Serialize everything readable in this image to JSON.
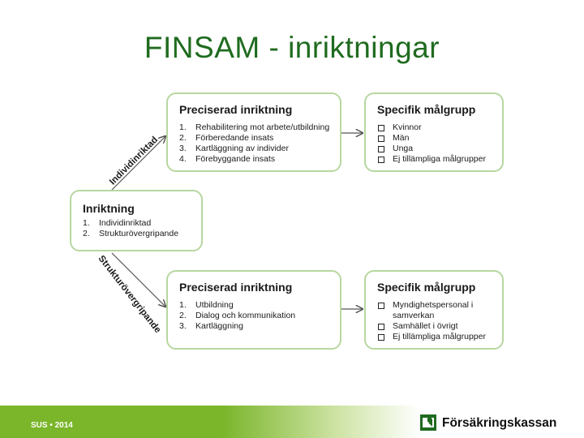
{
  "title": "FINSAM - inriktningar",
  "center_box": {
    "heading": "Inriktning",
    "items": [
      {
        "num": "1.",
        "text": "Individinriktad"
      },
      {
        "num": "2.",
        "text": "Strukturövergripande"
      }
    ]
  },
  "branch_labels": {
    "upper": "Individinriktad",
    "lower": "Strukturövergripande"
  },
  "upper_precise": {
    "heading": "Preciserad inriktning",
    "items": [
      {
        "num": "1.",
        "text": "Rehabilitering mot arbete/utbildning"
      },
      {
        "num": "2.",
        "text": "Förberedande insats"
      },
      {
        "num": "3.",
        "text": "Kartläggning av individer"
      },
      {
        "num": "4.",
        "text": "Förebyggande insats"
      }
    ]
  },
  "upper_target": {
    "heading": "Specifik målgrupp",
    "items": [
      "Kvinnor",
      "Män",
      "Unga",
      "Ej tillämpliga målgrupper"
    ]
  },
  "lower_precise": {
    "heading": "Preciserad inriktning",
    "items": [
      {
        "num": "1.",
        "text": "Utbildning"
      },
      {
        "num": "2.",
        "text": "Dialog och kommunikation"
      },
      {
        "num": "3.",
        "text": "Kartläggning"
      }
    ]
  },
  "lower_target": {
    "heading": "Specifik målgrupp",
    "items": [
      "Myndighetspersonal i",
      "samverkan",
      "Samhället i övrigt",
      "Ej tillämpliga målgrupper"
    ]
  },
  "footer": {
    "left_text": "SUS • 2014",
    "logo_text": "Försäkringskassan"
  },
  "colors": {
    "title": "#1f6b1f",
    "box_border": "#b7d7a0",
    "footer_green": "#7ab52a"
  }
}
